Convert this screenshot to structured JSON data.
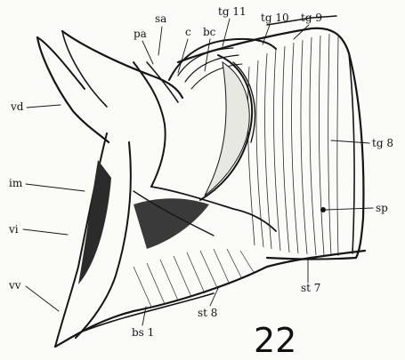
{
  "figure_number": "22",
  "labels": {
    "sa": "sa",
    "pa": "pa",
    "c": "c",
    "bc": "bc",
    "tg11": "tg 11",
    "tg10": "tg 10",
    "tg9": "tg 9",
    "vd": "vd",
    "tg8": "tg 8",
    "im": "im",
    "sp": "sp",
    "vi": "vi",
    "vv": "vv",
    "st7": "st 7",
    "st8": "st 8",
    "bs1": "bs 1"
  },
  "colors": {
    "ink": "#161616",
    "paper": "#fbfbf8"
  }
}
